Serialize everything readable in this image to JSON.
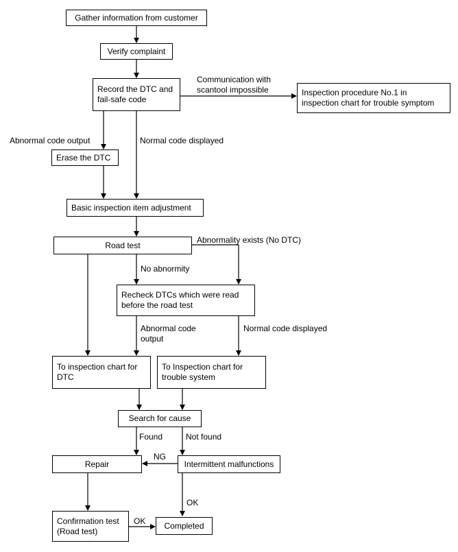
{
  "nodes": {
    "gather": "Gather information from customer",
    "verify": "Verify complaint",
    "record": "Record the DTC and\nfail-safe code",
    "inspection_no1": "Inspection procedure No.1 in\ninspection chart for trouble symptom",
    "erase": "Erase the DTC",
    "basic": "Basic inspection item adjustment",
    "road_test": "Road test",
    "recheck": "Recheck DTCs which were read\nbefore the road test",
    "chart_dtc": "To inspection chart for\nDTC",
    "chart_trouble": "To Inspection chart for\ntrouble system",
    "search": "Search for cause",
    "repair": "Repair",
    "intermittent": "Intermittent malfunctions",
    "confirmation": "Confirmation test\n(Road test)",
    "completed": "Completed"
  },
  "labels": {
    "comm_impossible": "Communication with\nscantool impossible",
    "abnormal_code_output_1": "Abnormal code output",
    "normal_code_displayed_1": "Normal code displayed",
    "abnormality_exists": "Abnormality exists (No DTC)",
    "no_abnormity": "No abnormity",
    "abnormal_code_output_2": "Abnormal code\noutput",
    "normal_code_displayed_2": "Normal code displayed",
    "found": "Found",
    "not_found": "Not found",
    "ng": "NG",
    "ok_down": "OK",
    "ok_right": "OK"
  }
}
